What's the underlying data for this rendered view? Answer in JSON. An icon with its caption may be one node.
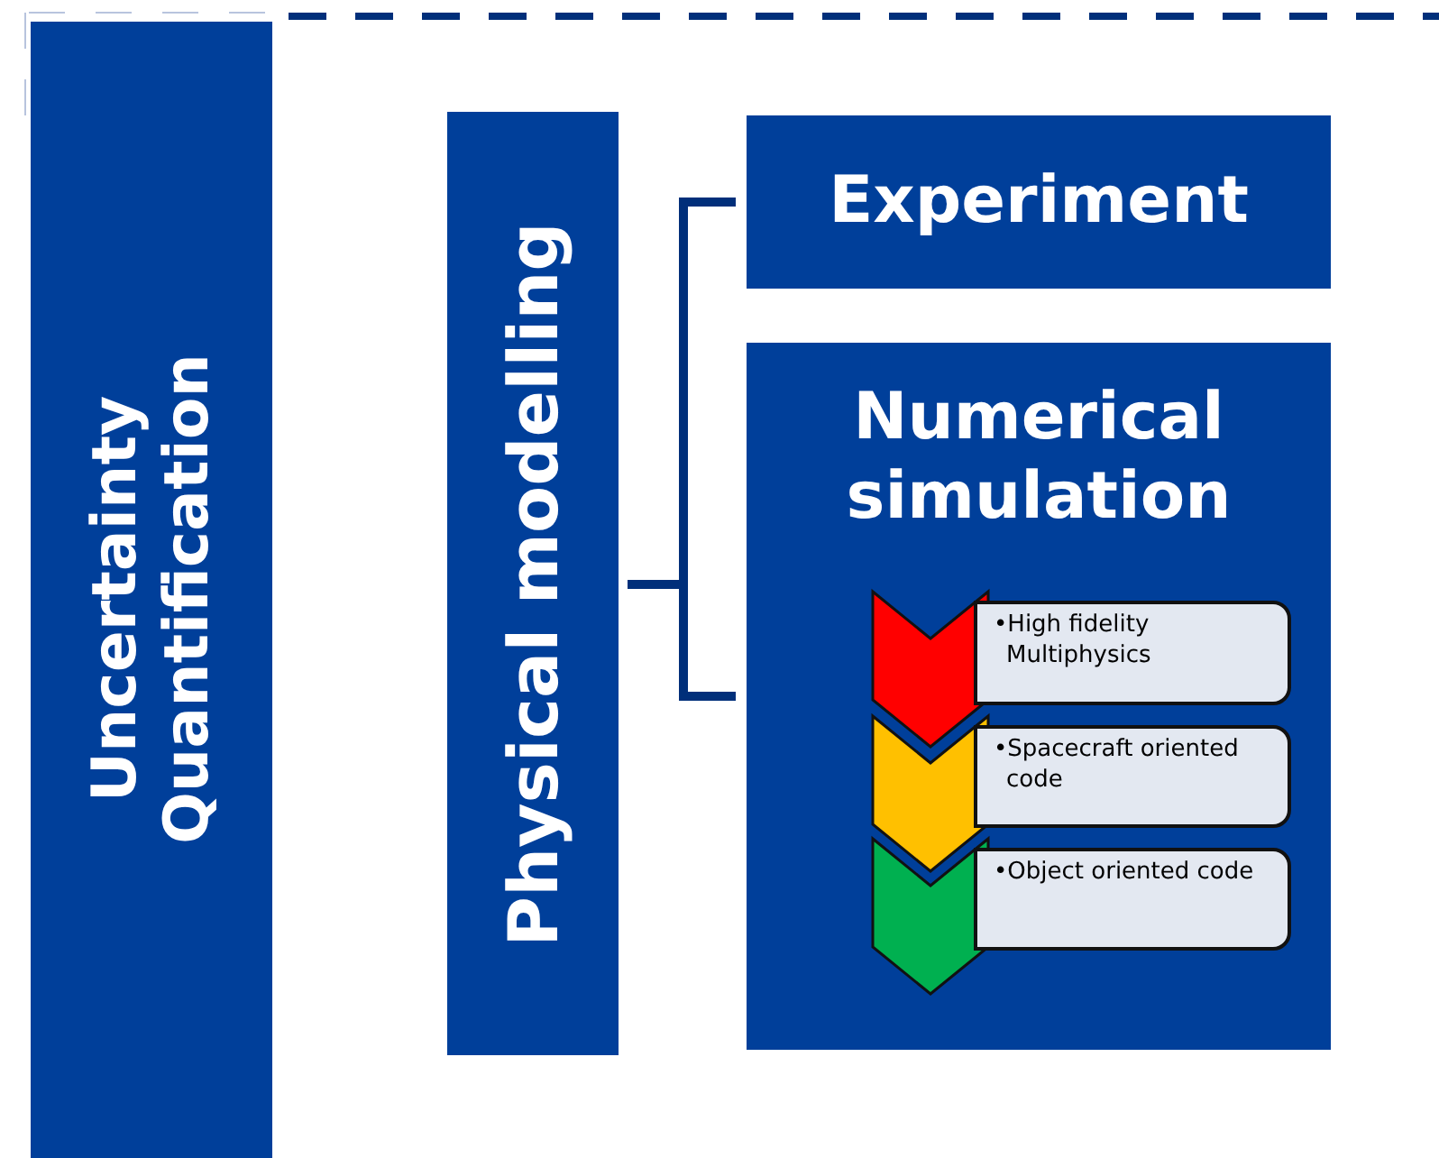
{
  "diagram": {
    "nodes": [
      {
        "text": [
          "Uncertainty Quantification"
        ]
      },
      {
        "text": [
          "Physical modelling"
        ]
      },
      {
        "text": [
          "Experiment"
        ]
      },
      {
        "text": [
          "Numerical simulation"
        ]
      },
      {
        "text": [
          "•High fidelity Multiphysics"
        ],
        "in": 3
      },
      {
        "text": [
          "•Spacecraft oriented code"
        ],
        "in": 3
      },
      {
        "text": [
          "•Object oriented code"
        ],
        "in": 3
      }
    ],
    "edges": [
      {
        "from": 1,
        "to": 2,
        "arrow": "none"
      },
      {
        "from": 1,
        "to": 3,
        "arrow": "none"
      }
    ]
  }
}
